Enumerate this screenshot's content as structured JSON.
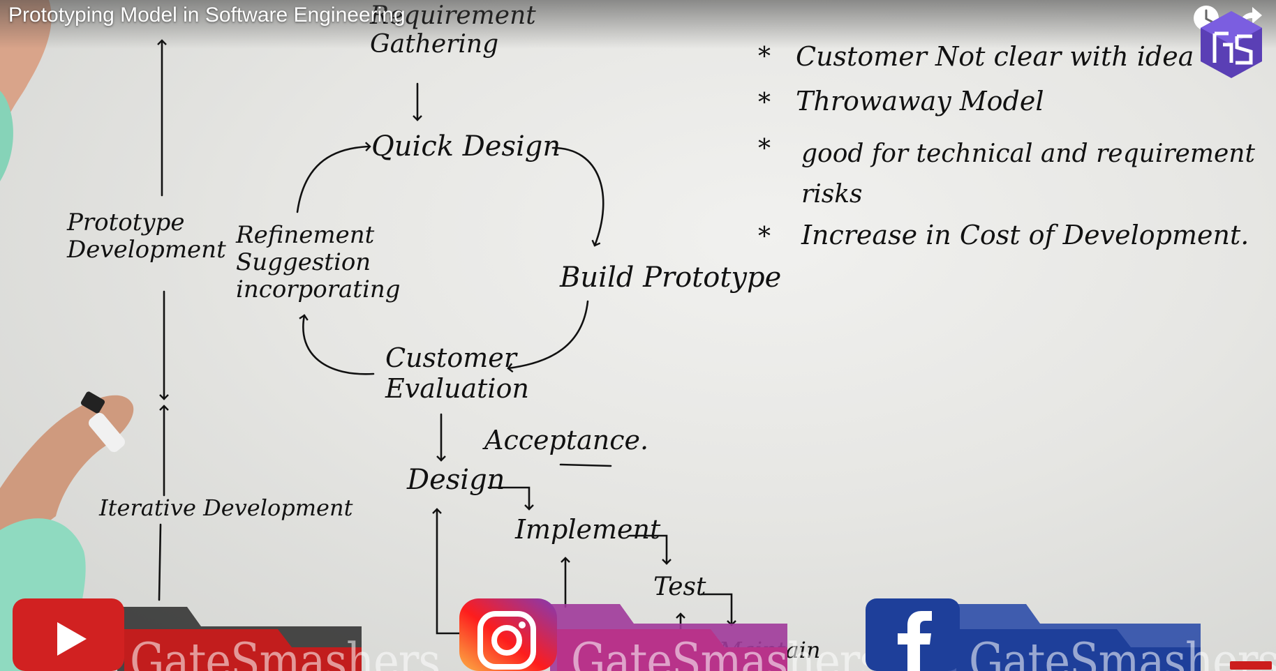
{
  "video": {
    "title": "Prototyping Model in Software Engineering",
    "channel": "GateSmashers"
  },
  "controls": {
    "watch_later_icon": "clock-icon",
    "share_icon": "share-icon"
  },
  "whiteboard": {
    "diagram": {
      "requirement_gathering": "Requirement\nGathering",
      "quick_design": "Quick Design",
      "build_prototype": "Build Prototype",
      "customer_evaluation": "Customer\nEvaluation",
      "refinement": "Refinement\nSuggestion\nincorporating",
      "acceptance": "Acceptance.",
      "design": "Design",
      "implement": "Implement",
      "test": "Test",
      "maintain": "Maintain"
    },
    "timeline": {
      "prototype_development": "Prototype\nDevelopment",
      "iterative_development": "Iterative Development"
    },
    "notes": [
      "Customer Not clear with idea",
      "Throwaway Model",
      "good for technical and requirement\nrisks",
      "Increase in Cost of Development."
    ],
    "bullet_symbol": "*"
  },
  "social_banners": [
    {
      "platform": "youtube",
      "icon": "youtube-icon",
      "label": "GateSmashers",
      "color": "#d12121"
    },
    {
      "platform": "instagram",
      "icon": "instagram-icon",
      "label": "GateSmashers",
      "color": "#c13584"
    },
    {
      "platform": "facebook",
      "icon": "facebook-icon",
      "label": "GateSmashers",
      "color": "#1e3f9a"
    }
  ]
}
